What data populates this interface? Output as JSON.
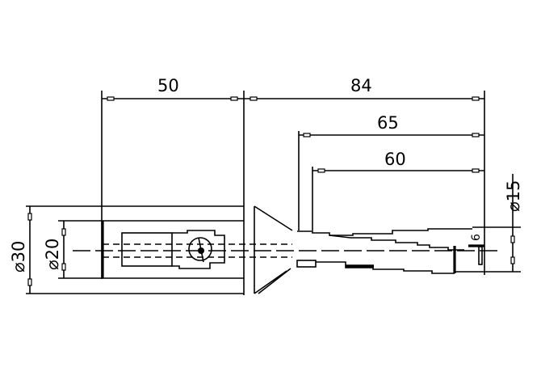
{
  "drawing": {
    "type": "technical-drawing",
    "subject": "reamer / drill-type tool with shank, side-view",
    "background": "#ffffff",
    "line_color": "#000000",
    "dimensions": {
      "length_shank": {
        "label": "50",
        "value": 50
      },
      "length_overall_tool": {
        "label": "84",
        "value": 84
      },
      "length_body": {
        "label": "65",
        "value": 65
      },
      "length_flute": {
        "label": "60",
        "value": 60
      },
      "diameter_tip": {
        "label": "⌀15",
        "value": 15
      },
      "diameter_shank": {
        "label": "⌀30",
        "value": 30
      },
      "diameter_bore": {
        "label": "⌀20",
        "value": 20
      },
      "tip_detail": {
        "label": "6",
        "value": 6
      }
    }
  }
}
